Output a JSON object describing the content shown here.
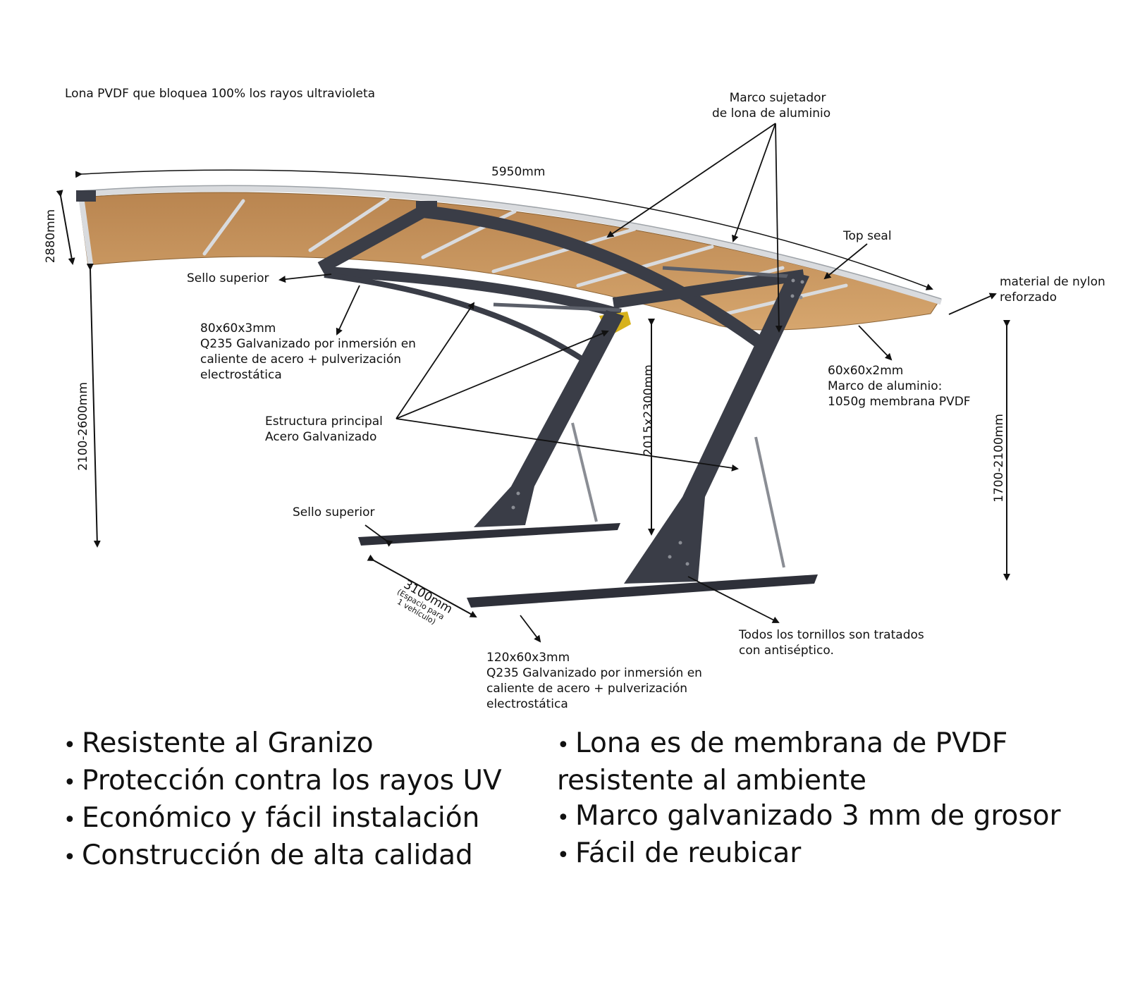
{
  "labels": {
    "top_left_note": "Lona PVDF que bloquea 100% los rayos ultravioleta",
    "marco_sujetador": [
      "Marco sujetador",
      "de lona de aluminio"
    ],
    "length_5950": "5950mm",
    "top_seal": "Top seal",
    "nylon": [
      "material de nylon",
      "reforzado"
    ],
    "height_2880": "2880mm",
    "sello_superior_1": "Sello superior",
    "beam_80": [
      "80x60x3mm",
      "Q235 Galvanizado por inmersión en",
      "caliente de acero + pulverización",
      "electrostática"
    ],
    "height_2100_2600": "2100-2600mm",
    "estructura": [
      "Estructura principal",
      "Acero Galvanizado"
    ],
    "height_2015": "2015x2300mm",
    "frame_60": [
      "60x60x2mm",
      "Marco de aluminio:",
      "1050g membrana PVDF"
    ],
    "height_1700": "1700-2100mm",
    "sello_superior_2": "Sello superior",
    "width_3100": "3100mm",
    "width_note": [
      "(Espacio para",
      "1 vehículo)"
    ],
    "base_120": [
      "120x60x3mm",
      "Q235 Galvanizado por inmersión en",
      "caliente de acero + pulverización",
      "electrostática"
    ],
    "tornillos": [
      "Todos los tornillos son tratados",
      "con antiséptico."
    ]
  },
  "features_left": [
    "Resistente al Granizo",
    "Protección contra los rayos UV",
    "Económico y fácil instalación",
    "Construcción de alta calidad"
  ],
  "features_right": [
    [
      "Lona es de membrana de PVDF",
      "resistente al ambiente"
    ],
    [
      "Marco galvanizado 3 mm de grosor"
    ],
    [
      "Fácil de reubicar"
    ]
  ],
  "colors": {
    "canopy": "#c8955e",
    "canopy_dark": "#a87540",
    "frame": "#3a3d47",
    "edge": "#d9dbde",
    "accent": "#d7b21c"
  }
}
